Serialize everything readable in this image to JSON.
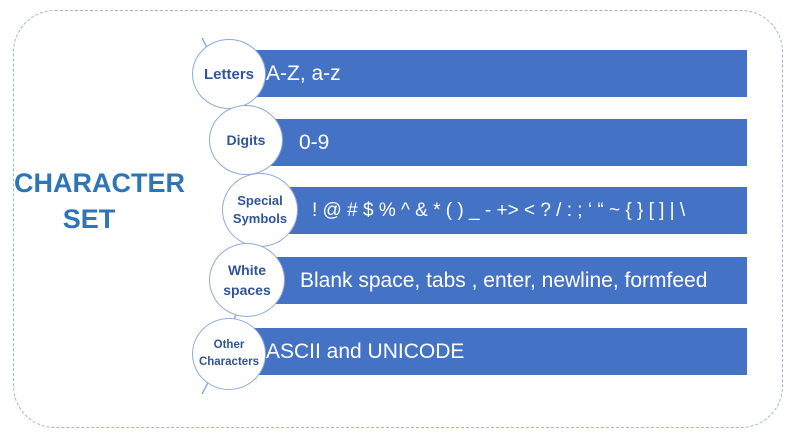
{
  "title_line1": "CHARACTER",
  "title_line2": "SET",
  "items": [
    {
      "label": "Letters",
      "value": "A-Z, a-z"
    },
    {
      "label": "Digits",
      "value": "0-9"
    },
    {
      "label_line1": "Special",
      "label_line2": "Symbols",
      "value": "! @ # $ % ^ & * ( ) _ - +> < ? / : ; ‘ “ ~ { } [ ] | \\"
    },
    {
      "label_line1": "White",
      "label_line2": "spaces",
      "value": "Blank space, tabs , enter, newline, formfeed"
    },
    {
      "label_line1": "Other",
      "label_line2": "Characters",
      "value": "ASCII and UNICODE"
    }
  ],
  "colors": {
    "accent": "#2e75b6",
    "bar": "#4472c4",
    "circle_text": "#2f5597",
    "circle_border": "#8faadc",
    "frame": "#9fb6d6"
  }
}
